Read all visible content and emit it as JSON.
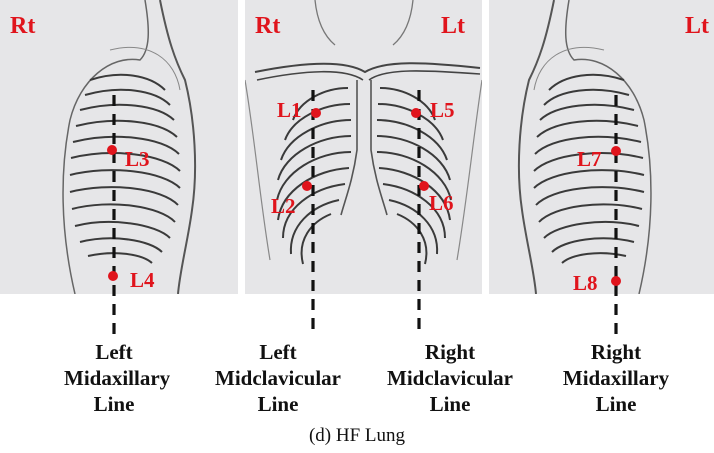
{
  "panels": {
    "left": {
      "corner": "Rt"
    },
    "center": {
      "corner_left": "Rt",
      "corner_right": "Lt"
    },
    "right": {
      "corner": "Lt"
    }
  },
  "points": [
    {
      "id": "L1",
      "label": "L1"
    },
    {
      "id": "L2",
      "label": "L2"
    },
    {
      "id": "L3",
      "label": "L3"
    },
    {
      "id": "L4",
      "label": "L4"
    },
    {
      "id": "L5",
      "label": "L5"
    },
    {
      "id": "L6",
      "label": "L6"
    },
    {
      "id": "L7",
      "label": "L7"
    },
    {
      "id": "L8",
      "label": "L8"
    }
  ],
  "line_labels": [
    {
      "lines": [
        "Left",
        "Midaxillary",
        "Line"
      ]
    },
    {
      "lines": [
        "Left",
        "Midclavicular",
        "Line"
      ]
    },
    {
      "lines": [
        "Right",
        "Midclavicular",
        "Line"
      ]
    },
    {
      "lines": [
        "Right",
        "Midaxillary",
        "Line"
      ]
    }
  ],
  "caption": "(d)  HF Lung",
  "colors": {
    "point": "#e0141c",
    "text": "#111111",
    "background": "#e6e6e8"
  }
}
